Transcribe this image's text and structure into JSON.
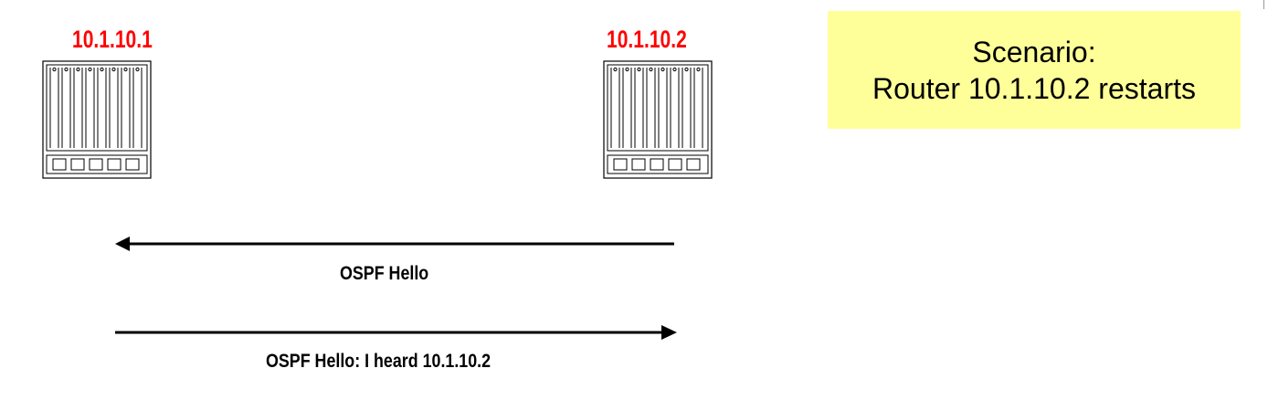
{
  "routers": [
    {
      "label": "10.1.10.1"
    },
    {
      "label": "10.1.10.2"
    }
  ],
  "messages": [
    {
      "label": "OSPF Hello",
      "direction": "left"
    },
    {
      "label": "OSPF Hello: I heard 10.1.10.2",
      "direction": "right"
    }
  ],
  "scenario": {
    "line1": "Scenario:",
    "line2": "Router 10.1.10.2 restarts"
  },
  "colors": {
    "router_label": "#ff0000",
    "scenario_bg": "#ffff99",
    "arrow": "#000000"
  }
}
